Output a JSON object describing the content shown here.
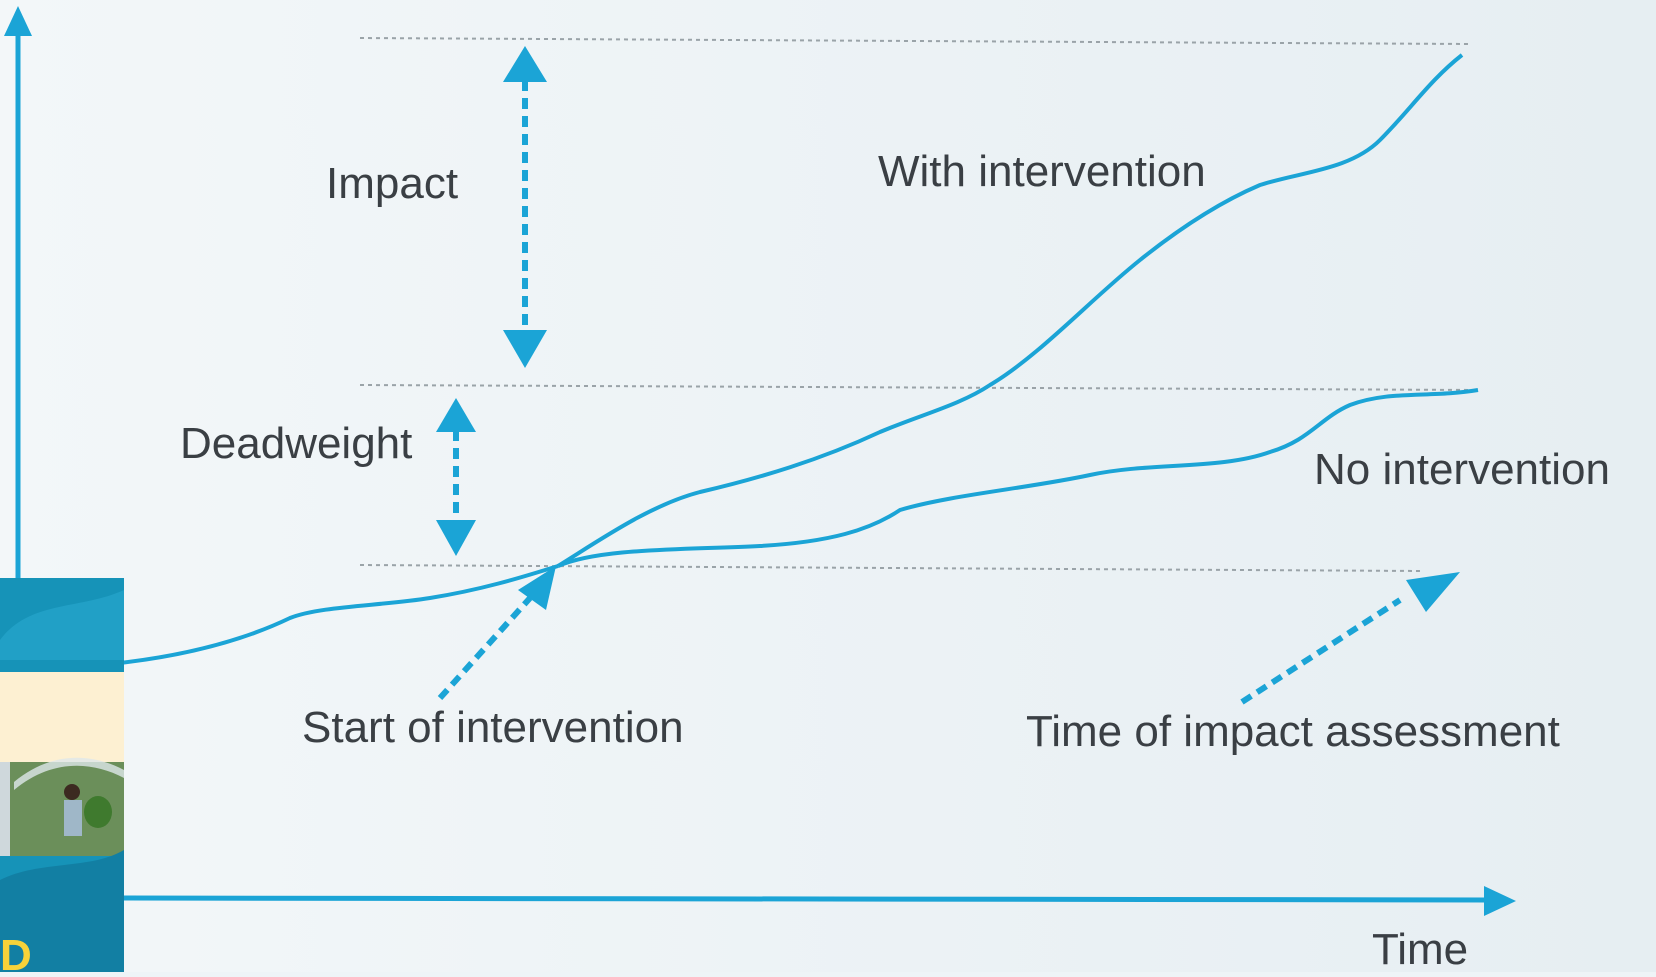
{
  "diagram": {
    "labels": {
      "impact": "Impact",
      "deadweight": "Deadweight",
      "with_intervention": "With intervention",
      "no_intervention": "No intervention",
      "start_of_intervention": "Start of intervention",
      "time_of_assessment": "Time of impact assessment",
      "x_axis": "Time"
    },
    "colors": {
      "line": "#1ba4d6",
      "text": "#3a3f44",
      "guide": "#9aa3a8",
      "background": "#eef4f7",
      "inset_teal": "#1693b8",
      "inset_yellow": "#f7d23a"
    },
    "inset_thumbnail": {
      "description_visible_letter": "D"
    }
  }
}
